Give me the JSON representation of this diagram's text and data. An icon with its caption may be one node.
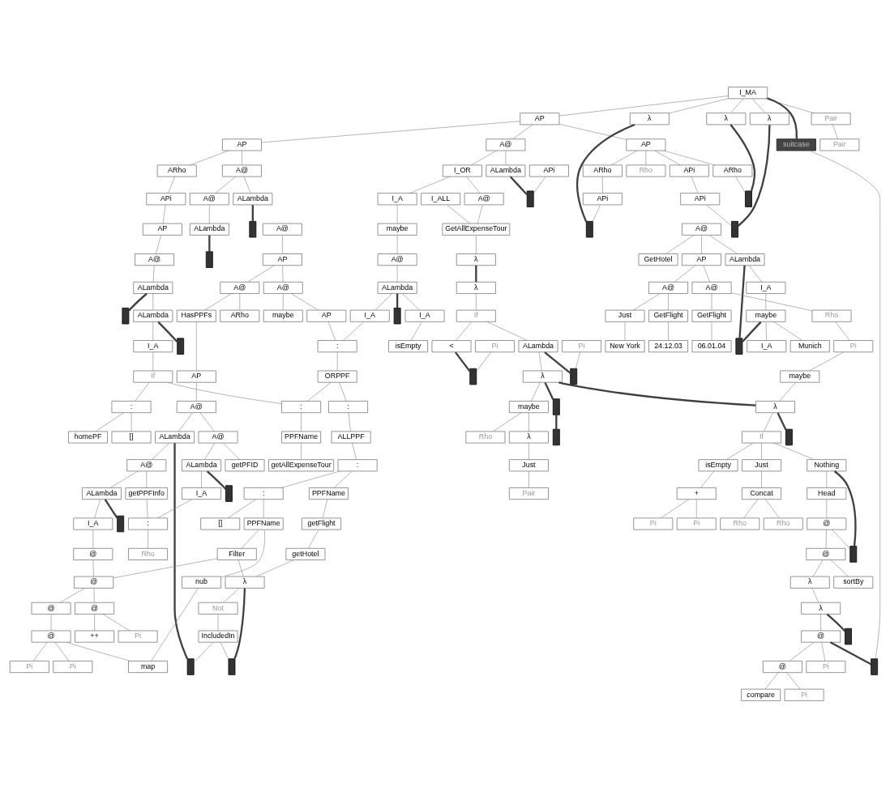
{
  "diagram": {
    "nodes": [
      {
        "text": [
          "I_MA"
        ]
      },
      {
        "text": [
          "AP"
        ]
      },
      {
        "text": [
          "Pair"
        ]
      },
      {
        "text": [
          "λ"
        ]
      },
      {
        "text": [
          "λ"
        ]
      },
      {
        "text": [
          "λ"
        ]
      },
      {
        "text": [
          "AP"
        ]
      },
      {
        "text": [
          "A@"
        ]
      },
      {
        "text": [
          "Pair"
        ]
      },
      {
        "text": [
          "AP"
        ]
      },
      {
        "text": [
          "Rho"
        ]
      },
      {
        "text": [
          "APi"
        ]
      },
      {
        "text": [
          "A@"
        ]
      },
      {
        "text": [
          "ARho"
        ]
      },
      {
        "text": [
          "ALambda"
        ]
      },
      {
        "text": [
          "I_OR"
        ]
      },
      {
        "text": [
          "ARho"
        ]
      },
      {
        "text": [
          "ARho"
        ]
      },
      {
        "text": [],
        "shape": "box"
      },
      {
        "text": [
          "APi"
        ]
      },
      {
        "text": [
          "ALambda"
        ]
      },
      {
        "text": [
          "APi"
        ]
      },
      {
        "text": [
          "I_A"
        ]
      },
      {
        "text": [
          "A@"
        ]
      },
      {
        "text": [
          "I_ALL"
        ]
      },
      {
        "text": [
          "APi"
        ]
      },
      {
        "text": [],
        "shape": "box"
      },
      {
        "text": [
          "A@"
        ]
      },
      {
        "text": [
          "AP"
        ]
      },
      {
        "text": [
          "maybe"
        ]
      },
      {
        "text": [
          "GetAllExpenseTour"
        ]
      },
      {
        "text": [
          "A@"
        ]
      },
      {
        "text": [],
        "shape": "box"
      },
      {
        "text": [
          "ALambda"
        ]
      },
      {
        "text": [
          "A@"
        ]
      },
      {
        "text": [
          "A@"
        ]
      },
      {
        "text": [
          "APi"
        ]
      },
      {
        "text": [],
        "shape": "box"
      },
      {
        "text": [
          "λ"
        ]
      },
      {
        "text": [
          "AP"
        ]
      },
      {
        "text": [
          "ALambda"
        ]
      },
      {
        "text": [
          "ALambda"
        ]
      },
      {
        "text": [
          "A@"
        ]
      },
      {
        "text": [
          "A@"
        ]
      },
      {
        "text": [
          "ARho"
        ]
      },
      {
        "text": [
          "maybe"
        ]
      },
      {
        "text": [
          "A@"
        ]
      },
      {
        "text": [
          "ALambda"
        ]
      },
      {
        "text": [
          "I_A"
        ]
      },
      {
        "text": [
          "I_A"
        ]
      },
      {
        "text": [
          "HasPPFs"
        ]
      },
      {
        "text": [
          "AP"
        ]
      },
      {
        "text": [
          "λ"
        ]
      },
      {
        "text": [
          "ALambda"
        ]
      },
      {
        "text": [
          "GetHotel"
        ]
      },
      {
        "text": [
          "AP"
        ]
      },
      {
        "text": [],
        "shape": "box"
      },
      {
        "text": [
          "I_A"
        ]
      },
      {
        "text": [
          "isEmpty"
        ]
      },
      {
        "text": [],
        "shape": "box"
      },
      {
        "text": [
          ":"
        ]
      },
      {
        "text": [
          "AP"
        ]
      },
      {
        "text": [
          "If"
        ]
      },
      {
        "text": [
          "I_A"
        ]
      },
      {
        "text": [
          "A@"
        ]
      },
      {
        "text": [
          "A@"
        ]
      },
      {
        "text": [],
        "shape": "box"
      },
      {
        "text": [
          "If"
        ]
      },
      {
        "text": [
          "ORPPF"
        ]
      },
      {
        "text": [
          "A@"
        ]
      },
      {
        "text": [
          "<"
        ]
      },
      {
        "text": [
          "ALambda"
        ]
      },
      {
        "text": [
          "maybe"
        ]
      },
      {
        "text": [
          "Just"
        ]
      },
      {
        "text": [
          "GetFlight"
        ]
      },
      {
        "text": [
          "GetFlight"
        ]
      },
      {
        "text": [
          "Rho"
        ]
      },
      {
        "text": [],
        "shape": "box"
      },
      {
        "text": [],
        "shape": "box"
      },
      {
        "text": [
          ":"
        ]
      },
      {
        "text": [
          ":"
        ]
      },
      {
        "text": [
          ":"
        ]
      },
      {
        "text": [
          "ALambda"
        ]
      },
      {
        "text": [
          "A@"
        ]
      },
      {
        "text": [
          "Pi"
        ]
      },
      {
        "text": [
          "Pi"
        ]
      },
      {
        "text": [
          "I_A"
        ]
      },
      {
        "text": [
          "Munich"
        ]
      },
      {
        "text": [
          "New York"
        ]
      },
      {
        "text": [
          "24.12.03"
        ]
      },
      {
        "text": [
          "06.01.04"
        ]
      },
      {
        "text": [
          "Pi"
        ]
      },
      {
        "text": [
          "λ"
        ]
      },
      {
        "text": [
          "homePF"
        ]
      },
      {
        "text": [
          "[]"
        ]
      },
      {
        "text": [
          "PPFName"
        ]
      },
      {
        "text": [
          "ALLPPF"
        ]
      },
      {
        "text": [
          "A@"
        ]
      },
      {
        "text": [
          "ALambda"
        ]
      },
      {
        "text": [
          "getPFID"
        ]
      },
      {
        "text": [],
        "shape": "box"
      },
      {
        "text": [],
        "shape": "box"
      },
      {
        "text": [
          "maybe"
        ]
      },
      {
        "text": [
          "maybe"
        ]
      },
      {
        "text": [
          "getAllExpenseTour"
        ]
      },
      {
        "text": [
          "ALambda"
        ]
      },
      {
        "text": [
          "getPPFInfo"
        ]
      },
      {
        "text": [
          "I_A"
        ]
      },
      {
        "text": [],
        "shape": "box"
      },
      {
        "text": [
          "λ"
        ]
      },
      {
        "text": [
          "Rho"
        ]
      },
      {
        "text": [
          "λ"
        ]
      },
      {
        "text": [
          ":"
        ]
      },
      {
        "text": [
          "PPFName"
        ]
      },
      {
        "text": [
          ":"
        ]
      },
      {
        "text": [
          "I_A"
        ]
      },
      {
        "text": [
          ":"
        ]
      },
      {
        "text": [
          "If"
        ]
      },
      {
        "text": [],
        "shape": "box"
      },
      {
        "text": [
          "Just"
        ]
      },
      {
        "text": [
          "[]"
        ]
      },
      {
        "text": [
          "getFlight"
        ]
      },
      {
        "text": [
          "PPFName"
        ]
      },
      {
        "text": [
          "@"
        ]
      },
      {
        "text": [],
        "shape": "box"
      },
      {
        "text": [
          "Rho"
        ]
      },
      {
        "text": [
          "Nothing"
        ]
      },
      {
        "text": [
          "isEmpty"
        ]
      },
      {
        "text": [
          "Just"
        ]
      },
      {
        "text": [
          "Pair"
        ]
      },
      {
        "text": [
          "getHotel"
        ]
      },
      {
        "text": [
          "nub"
        ]
      },
      {
        "text": [
          "Filter"
        ]
      },
      {
        "text": [
          "Head"
        ]
      },
      {
        "text": [
          "+"
        ]
      },
      {
        "text": [
          "Concat"
        ]
      },
      {
        "text": [
          "λ"
        ]
      },
      {
        "text": [
          "@"
        ]
      },
      {
        "text": [
          "@"
        ]
      },
      {
        "text": [
          "Pi"
        ]
      },
      {
        "text": [
          "Pi"
        ]
      },
      {
        "text": [
          "Rho"
        ]
      },
      {
        "text": [
          "Rho"
        ]
      },
      {
        "text": [
          "Not"
        ]
      },
      {
        "text": [
          "@"
        ]
      },
      {
        "text": [
          "@"
        ]
      },
      {
        "text": [],
        "shape": "box"
      },
      {
        "text": [
          "@"
        ]
      },
      {
        "text": [],
        "shape": "box"
      },
      {
        "text": [],
        "shape": "box"
      },
      {
        "text": [],
        "shape": "box"
      },
      {
        "text": [
          "IncludedIn"
        ]
      },
      {
        "text": [
          "++"
        ]
      },
      {
        "text": [
          "Pi"
        ]
      },
      {
        "text": [
          "@"
        ]
      },
      {
        "text": [
          "sortBy"
        ]
      },
      {
        "text": [
          "λ"
        ]
      },
      {
        "text": [],
        "shape": "box"
      },
      {
        "text": [],
        "shape": "box"
      },
      {
        "text": [
          "Pi"
        ]
      },
      {
        "text": [
          "map"
        ]
      },
      {
        "text": [
          "Pi"
        ]
      },
      {
        "text": [
          "λ"
        ]
      },
      {
        "text": [
          "suitcase"
        ]
      },
      {
        "text": [
          "@"
        ]
      },
      {
        "text": [
          "@"
        ]
      },
      {
        "text": [
          "Pi"
        ]
      },
      {
        "text": [],
        "shape": "box"
      },
      {
        "text": [
          "compare"
        ]
      },
      {
        "text": [
          "Pi"
        ]
      },
      {
        "text": [],
        "shape": "box"
      }
    ],
    "edges": [
      {
        "from": 0,
        "to": 1,
        "arrow": "none"
      },
      {
        "from": 0,
        "to": 2,
        "arrow": "none"
      },
      {
        "from": 0,
        "to": 3,
        "arrow": "none"
      },
      {
        "from": 0,
        "to": 4,
        "arrow": "none"
      },
      {
        "from": 0,
        "to": 5,
        "arrow": "none"
      },
      {
        "from": 0,
        "to": 163,
        "arrow": "none",
        "style": "thick"
      },
      {
        "from": 3,
        "to": 32,
        "arrow": "none",
        "style": "thick"
      },
      {
        "from": 4,
        "to": 26,
        "arrow": "none",
        "style": "thick"
      },
      {
        "from": 5,
        "to": 18,
        "arrow": "none",
        "style": "thick"
      },
      {
        "from": 1,
        "to": 6,
        "arrow": "none"
      },
      {
        "from": 1,
        "to": 7,
        "arrow": "none"
      },
      {
        "from": 2,
        "to": 8,
        "arrow": "none"
      },
      {
        "from": 1,
        "to": 9,
        "arrow": "none"
      },
      {
        "from": 9,
        "to": 10,
        "arrow": "none"
      },
      {
        "from": 9,
        "to": 11,
        "arrow": "none"
      },
      {
        "from": 6,
        "to": 12,
        "arrow": "none"
      },
      {
        "from": 6,
        "to": 13,
        "arrow": "none"
      },
      {
        "from": 7,
        "to": 14,
        "arrow": "none"
      },
      {
        "from": 7,
        "to": 15,
        "arrow": "none"
      },
      {
        "from": 9,
        "to": 16,
        "arrow": "none"
      },
      {
        "from": 9,
        "to": 17,
        "arrow": "none"
      },
      {
        "from": 11,
        "to": 19,
        "arrow": "none"
      },
      {
        "from": 12,
        "to": 20,
        "arrow": "none"
      },
      {
        "from": 12,
        "to": 27,
        "arrow": "none"
      },
      {
        "from": 13,
        "to": 21,
        "arrow": "none"
      },
      {
        "from": 14,
        "to": 37,
        "arrow": "none",
        "style": "thick"
      },
      {
        "from": 15,
        "to": 22,
        "arrow": "none"
      },
      {
        "from": 15,
        "to": 23,
        "arrow": "none"
      },
      {
        "from": 16,
        "to": 25,
        "arrow": "none"
      },
      {
        "from": 17,
        "to": 18,
        "arrow": "none"
      },
      {
        "from": 19,
        "to": 26,
        "arrow": "none"
      },
      {
        "from": 25,
        "to": 32,
        "arrow": "none"
      },
      {
        "from": 23,
        "to": 30,
        "arrow": "none"
      },
      {
        "from": 24,
        "to": 30,
        "arrow": "none"
      },
      {
        "from": 22,
        "to": 29,
        "arrow": "none"
      },
      {
        "from": 20,
        "to": 56,
        "arrow": "none",
        "style": "thick"
      },
      {
        "from": 21,
        "to": 28,
        "arrow": "none"
      },
      {
        "from": 27,
        "to": 33,
        "arrow": "none"
      },
      {
        "from": 28,
        "to": 34,
        "arrow": "none"
      },
      {
        "from": 29,
        "to": 35,
        "arrow": "none"
      },
      {
        "from": 31,
        "to": 39,
        "arrow": "none"
      },
      {
        "from": 30,
        "to": 38,
        "arrow": "none"
      },
      {
        "from": 33,
        "to": 66,
        "arrow": "none",
        "style": "thick"
      },
      {
        "from": 34,
        "to": 40,
        "arrow": "none"
      },
      {
        "from": 35,
        "to": 41,
        "arrow": "none"
      },
      {
        "from": 36,
        "to": 37,
        "arrow": "none"
      },
      {
        "from": 38,
        "to": 52,
        "arrow": "none",
        "style": "thick"
      },
      {
        "from": 39,
        "to": 42,
        "arrow": "none"
      },
      {
        "from": 39,
        "to": 43,
        "arrow": "none"
      },
      {
        "from": 42,
        "to": 44,
        "arrow": "none"
      },
      {
        "from": 43,
        "to": 45,
        "arrow": "none"
      },
      {
        "from": 46,
        "to": 53,
        "arrow": "none"
      },
      {
        "from": 46,
        "to": 54,
        "arrow": "none"
      },
      {
        "from": 46,
        "to": 55,
        "arrow": "none"
      },
      {
        "from": 40,
        "to": 78,
        "arrow": "none",
        "style": "thick"
      },
      {
        "from": 41,
        "to": 59,
        "arrow": "none",
        "style": "thick"
      },
      {
        "from": 40,
        "to": 47,
        "arrow": "none"
      },
      {
        "from": 41,
        "to": 48,
        "arrow": "none"
      },
      {
        "from": 41,
        "to": 49,
        "arrow": "none"
      },
      {
        "from": 42,
        "to": 50,
        "arrow": "none"
      },
      {
        "from": 43,
        "to": 51,
        "arrow": "none"
      },
      {
        "from": 47,
        "to": 77,
        "arrow": "none",
        "style": "thick"
      },
      {
        "from": 47,
        "to": 57,
        "arrow": "none"
      },
      {
        "from": 48,
        "to": 58,
        "arrow": "none"
      },
      {
        "from": 49,
        "to": 60,
        "arrow": "none"
      },
      {
        "from": 50,
        "to": 61,
        "arrow": "none"
      },
      {
        "from": 51,
        "to": 60,
        "arrow": "none"
      },
      {
        "from": 52,
        "to": 62,
        "arrow": "none"
      },
      {
        "from": 53,
        "to": 108,
        "arrow": "none",
        "style": "thick"
      },
      {
        "from": 53,
        "to": 63,
        "arrow": "none"
      },
      {
        "from": 55,
        "to": 64,
        "arrow": "none"
      },
      {
        "from": 55,
        "to": 65,
        "arrow": "none"
      },
      {
        "from": 57,
        "to": 67,
        "arrow": "none"
      },
      {
        "from": 60,
        "to": 68,
        "arrow": "none"
      },
      {
        "from": 61,
        "to": 69,
        "arrow": "none"
      },
      {
        "from": 62,
        "to": 70,
        "arrow": "none"
      },
      {
        "from": 62,
        "to": 71,
        "arrow": "none"
      },
      {
        "from": 63,
        "to": 72,
        "arrow": "none"
      },
      {
        "from": 64,
        "to": 73,
        "arrow": "none"
      },
      {
        "from": 64,
        "to": 74,
        "arrow": "none"
      },
      {
        "from": 65,
        "to": 75,
        "arrow": "none"
      },
      {
        "from": 65,
        "to": 76,
        "arrow": "none"
      },
      {
        "from": 67,
        "to": 79,
        "arrow": "none"
      },
      {
        "from": 67,
        "to": 80,
        "arrow": "none"
      },
      {
        "from": 68,
        "to": 80,
        "arrow": "none"
      },
      {
        "from": 68,
        "to": 81,
        "arrow": "none"
      },
      {
        "from": 69,
        "to": 82,
        "arrow": "none"
      },
      {
        "from": 69,
        "to": 83,
        "arrow": "none"
      },
      {
        "from": 70,
        "to": 100,
        "arrow": "none",
        "style": "thick"
      },
      {
        "from": 71,
        "to": 101,
        "arrow": "none",
        "style": "thick"
      },
      {
        "from": 72,
        "to": 86,
        "arrow": "none"
      },
      {
        "from": 72,
        "to": 87,
        "arrow": "none"
      },
      {
        "from": 73,
        "to": 88,
        "arrow": "none"
      },
      {
        "from": 74,
        "to": 89,
        "arrow": "none"
      },
      {
        "from": 75,
        "to": 90,
        "arrow": "none"
      },
      {
        "from": 76,
        "to": 91,
        "arrow": "none"
      },
      {
        "from": 71,
        "to": 92,
        "arrow": "none"
      },
      {
        "from": 79,
        "to": 93,
        "arrow": "none"
      },
      {
        "from": 79,
        "to": 94,
        "arrow": "none"
      },
      {
        "from": 80,
        "to": 95,
        "arrow": "none"
      },
      {
        "from": 81,
        "to": 96,
        "arrow": "none"
      },
      {
        "from": 82,
        "to": 97,
        "arrow": "none"
      },
      {
        "from": 82,
        "to": 158,
        "arrow": "none",
        "style": "thick"
      },
      {
        "from": 83,
        "to": 98,
        "arrow": "none"
      },
      {
        "from": 83,
        "to": 99,
        "arrow": "none"
      },
      {
        "from": 84,
        "to": 100,
        "arrow": "none"
      },
      {
        "from": 85,
        "to": 101,
        "arrow": "none"
      },
      {
        "from": 91,
        "to": 102,
        "arrow": "none"
      },
      {
        "from": 92,
        "to": 103,
        "arrow": "none"
      },
      {
        "from": 92,
        "to": 109,
        "arrow": "none",
        "style": "thick"
      },
      {
        "from": 92,
        "to": 118,
        "arrow": "none",
        "style": "thick"
      },
      {
        "from": 95,
        "to": 104,
        "arrow": "none"
      },
      {
        "from": 96,
        "to": 112,
        "arrow": "none"
      },
      {
        "from": 97,
        "to": 105,
        "arrow": "none"
      },
      {
        "from": 97,
        "to": 106,
        "arrow": "none"
      },
      {
        "from": 98,
        "to": 107,
        "arrow": "none"
      },
      {
        "from": 98,
        "to": 124,
        "arrow": "none",
        "style": "thick"
      },
      {
        "from": 102,
        "to": 109,
        "arrow": "none"
      },
      {
        "from": 103,
        "to": 110,
        "arrow": "none"
      },
      {
        "from": 103,
        "to": 111,
        "arrow": "none"
      },
      {
        "from": 72,
        "to": 108,
        "arrow": "none",
        "style": "thick"
      },
      {
        "from": 105,
        "to": 115,
        "arrow": "none"
      },
      {
        "from": 105,
        "to": 150,
        "arrow": "none",
        "style": "thick"
      },
      {
        "from": 106,
        "to": 116,
        "arrow": "none"
      },
      {
        "from": 107,
        "to": 116,
        "arrow": "none"
      },
      {
        "from": 109,
        "to": 117,
        "arrow": "none"
      },
      {
        "from": 111,
        "to": 119,
        "arrow": "none"
      },
      {
        "from": 112,
        "to": 113,
        "arrow": "none"
      },
      {
        "from": 112,
        "to": 114,
        "arrow": "none"
      },
      {
        "from": 113,
        "to": 121,
        "arrow": "none"
      },
      {
        "from": 114,
        "to": 120,
        "arrow": "none"
      },
      {
        "from": 114,
        "to": 122,
        "arrow": "none"
      },
      {
        "from": 115,
        "to": 123,
        "arrow": "none"
      },
      {
        "from": 116,
        "to": 125,
        "arrow": "none"
      },
      {
        "from": 117,
        "to": 126,
        "arrow": "none"
      },
      {
        "from": 117,
        "to": 127,
        "arrow": "none"
      },
      {
        "from": 117,
        "to": 128,
        "arrow": "none"
      },
      {
        "from": 119,
        "to": 129,
        "arrow": "none"
      },
      {
        "from": 121,
        "to": 130,
        "arrow": "none"
      },
      {
        "from": 122,
        "to": 131,
        "arrow": "none"
      },
      {
        "from": 122,
        "to": 132,
        "arrow": "none"
      },
      {
        "from": 123,
        "to": 137,
        "arrow": "none"
      },
      {
        "from": 126,
        "to": 133,
        "arrow": "none"
      },
      {
        "from": 127,
        "to": 134,
        "arrow": "none"
      },
      {
        "from": 128,
        "to": 135,
        "arrow": "none"
      },
      {
        "from": 109,
        "to": 148,
        "arrow": "none",
        "style": "thick"
      },
      {
        "from": 118,
        "to": 149,
        "arrow": "none",
        "style": "thick"
      },
      {
        "from": 126,
        "to": 146,
        "arrow": "none",
        "style": "thick"
      },
      {
        "from": 132,
        "to": 136,
        "arrow": "none"
      },
      {
        "from": 132,
        "to": 137,
        "arrow": "none"
      },
      {
        "from": 133,
        "to": 138,
        "arrow": "none"
      },
      {
        "from": 134,
        "to": 139,
        "arrow": "none"
      },
      {
        "from": 134,
        "to": 140,
        "arrow": "none"
      },
      {
        "from": 135,
        "to": 141,
        "arrow": "none"
      },
      {
        "from": 135,
        "to": 142,
        "arrow": "none"
      },
      {
        "from": 130,
        "to": 136,
        "arrow": "none"
      },
      {
        "from": 136,
        "to": 143,
        "arrow": "none"
      },
      {
        "from": 137,
        "to": 144,
        "arrow": "none"
      },
      {
        "from": 137,
        "to": 145,
        "arrow": "none"
      },
      {
        "from": 138,
        "to": 146,
        "arrow": "none"
      },
      {
        "from": 138,
        "to": 147,
        "arrow": "none"
      },
      {
        "from": 136,
        "to": 157,
        "arrow": "none",
        "style": "thick"
      },
      {
        "from": 143,
        "to": 151,
        "arrow": "none"
      },
      {
        "from": 144,
        "to": 152,
        "arrow": "none"
      },
      {
        "from": 144,
        "to": 153,
        "arrow": "none"
      },
      {
        "from": 145,
        "to": 154,
        "arrow": "none"
      },
      {
        "from": 147,
        "to": 155,
        "arrow": "none"
      },
      {
        "from": 147,
        "to": 156,
        "arrow": "none"
      },
      {
        "from": 151,
        "to": 157,
        "arrow": "none"
      },
      {
        "from": 151,
        "to": 158,
        "arrow": "none"
      },
      {
        "from": 154,
        "to": 159,
        "arrow": "none"
      },
      {
        "from": 154,
        "to": 160,
        "arrow": "none"
      },
      {
        "from": 154,
        "to": 161,
        "arrow": "none"
      },
      {
        "from": 156,
        "to": 162,
        "arrow": "none"
      },
      {
        "from": 131,
        "to": 160,
        "arrow": "none"
      },
      {
        "from": 162,
        "to": 164,
        "arrow": "none"
      },
      {
        "from": 162,
        "to": 167,
        "arrow": "none",
        "style": "thick"
      },
      {
        "from": 164,
        "to": 165,
        "arrow": "none"
      },
      {
        "from": 164,
        "to": 166,
        "arrow": "none"
      },
      {
        "from": 165,
        "to": 168,
        "arrow": "none"
      },
      {
        "from": 165,
        "to": 169,
        "arrow": "none"
      },
      {
        "from": 164,
        "to": 170,
        "arrow": "none",
        "style": "thick"
      },
      {
        "from": 163,
        "to": 170,
        "arrow": "none"
      }
    ]
  }
}
